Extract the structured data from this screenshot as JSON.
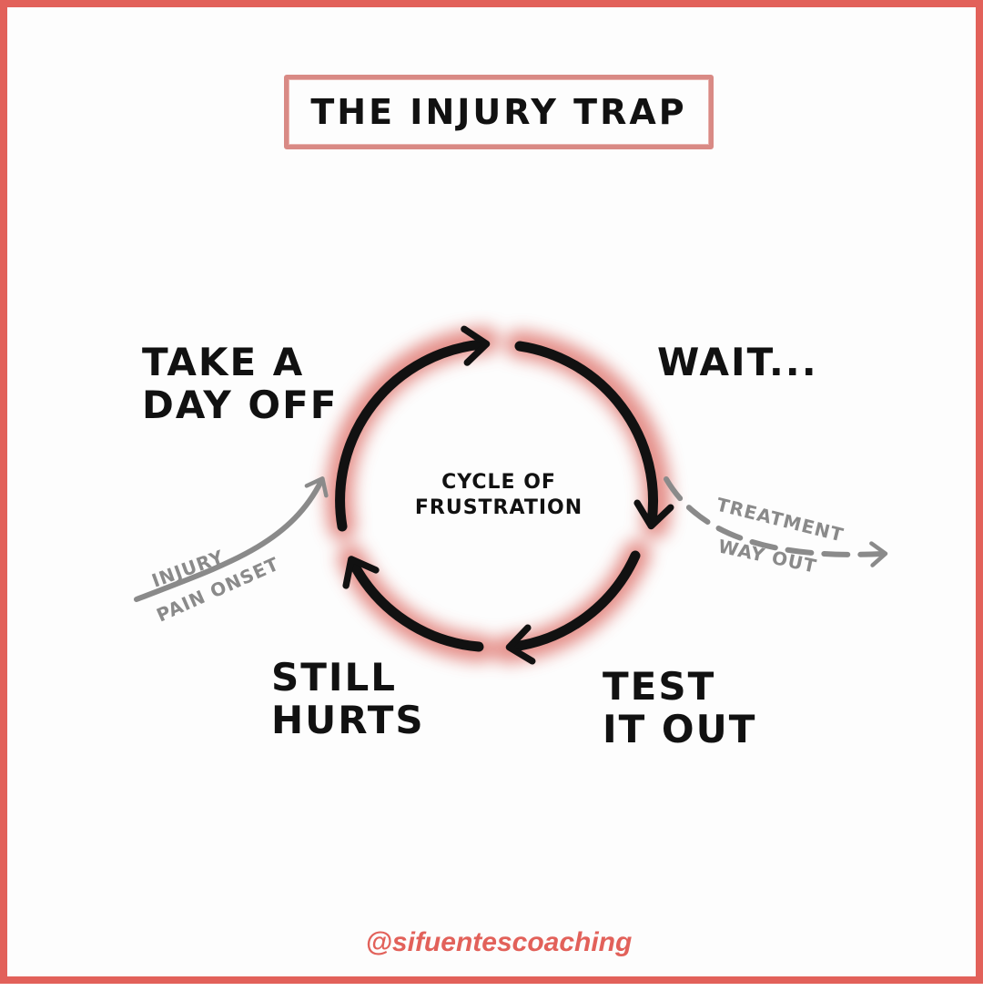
{
  "title": "THE INJURY TRAP",
  "cycle": {
    "center_lines": [
      "CYCLE OF",
      "FRUSTRATION"
    ],
    "steps": {
      "take_a_day_off": [
        "TAKE A",
        "DAY OFF"
      ],
      "wait": [
        "WAIT..."
      ],
      "test_it_out": [
        "TEST",
        "IT OUT"
      ],
      "still_hurts": [
        "STILL",
        "HURTS"
      ]
    }
  },
  "entry": {
    "line1": "INJURY",
    "line2": "PAIN ONSET"
  },
  "exit": {
    "line1": "TREATMENT",
    "line2": "WAY OUT"
  },
  "footer": "@sifuentescoaching",
  "colors": {
    "accent": "#e2615a",
    "glow": "#e07a73",
    "ink": "#111111",
    "grey": "#8a8a8a"
  }
}
